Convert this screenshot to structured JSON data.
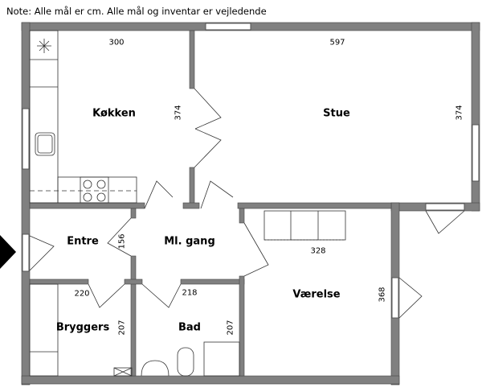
{
  "note": "Note: Alle mål er cm. Alle mål og inventar er vejledende",
  "rooms": {
    "kitchen": {
      "name": "Køkken",
      "width": "300",
      "depth": "374"
    },
    "living": {
      "name": "Stue",
      "width": "597",
      "depth": "374"
    },
    "entrance": {
      "name": "Entre",
      "depth": "156"
    },
    "hallway": {
      "name": "Ml. gang"
    },
    "bedroom": {
      "name": "Værelse",
      "width": "328",
      "depth": "368"
    },
    "utility": {
      "name": "Bryggers",
      "width": "220",
      "depth": "207"
    },
    "bath": {
      "name": "Bad",
      "width": "218",
      "depth": "207"
    }
  },
  "colors": {
    "wall": "#808080",
    "line": "#333333"
  }
}
